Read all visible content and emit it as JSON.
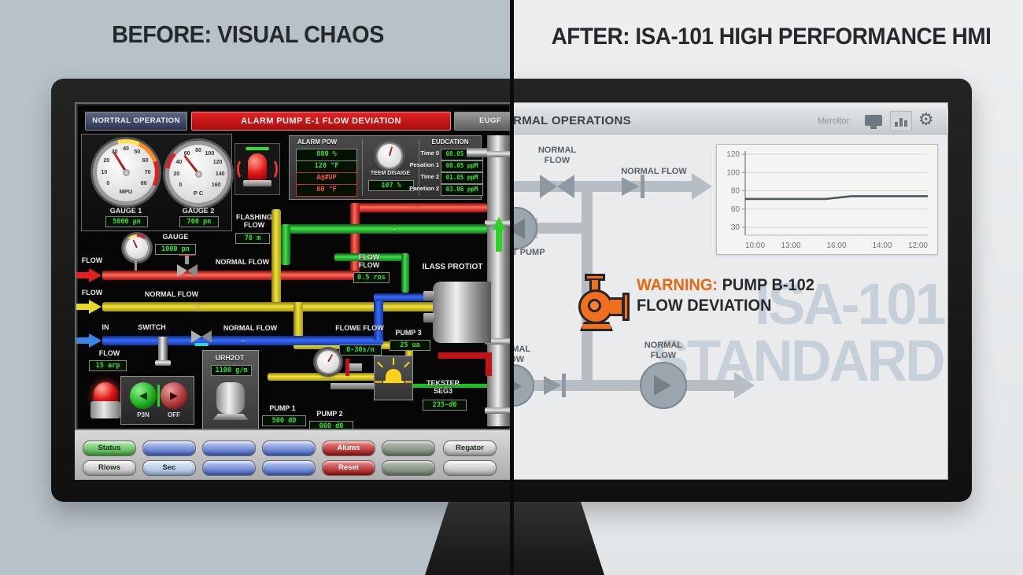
{
  "titles": {
    "before": "BEFORE: VISUAL CHAOS",
    "after": "AFTER: ISA-101 HIGH PERFORMANCE HMI"
  },
  "before_screen": {
    "nav_button": "NORTRAL OPERATION",
    "alarm_banner": "ALARM PUMP E-1 FLOW DEVIATION",
    "corner_button": "EUGF",
    "gauge1": {
      "label": "GAUGE 1",
      "unit": "MPU",
      "value": "5000 μn",
      "scale": [
        "0",
        "10",
        "20",
        "30",
        "40",
        "50",
        "60",
        "70",
        "80"
      ]
    },
    "gauge2": {
      "label": "GAUGE 2",
      "unit": "P C",
      "value": "700 pn",
      "scale": [
        "0",
        "20",
        "40",
        "60",
        "80",
        "100",
        "120",
        "140",
        "160"
      ]
    },
    "small_gauge": {
      "label": "GAUGE",
      "value": "1000 pn"
    },
    "alarm_panel": {
      "col1_title": "ALARM POW",
      "col1_values": [
        {
          "text": "880 %",
          "state": "ok"
        },
        {
          "text": "120 °F",
          "state": "ok"
        },
        {
          "text": "A@#UP",
          "state": "alarm"
        },
        {
          "text": "60 °F",
          "state": "alarm"
        }
      ],
      "gauge_label": "TEEM DISAIGE",
      "gauge_value": "107 %",
      "col3_title": "EUDCATION",
      "col3_rows": [
        {
          "label": "Time 0",
          "value": "08.05 ppM"
        },
        {
          "label": "Pesation 1",
          "value": "00.05 ppM"
        },
        {
          "label": "Time 2",
          "value": "01.05 ppM"
        },
        {
          "label": "Panetion 2",
          "value": "03.06 ppM"
        }
      ]
    },
    "flashing_flow": {
      "label": "FLASHING FLOW",
      "value": "78 m"
    },
    "flow_red_label": "FLOW",
    "normal_flow_red": "NORMAL FLOW",
    "flow_yellow_label": "FLOW",
    "normal_flow_yellow": "NORMAL FLOW",
    "in_label": "IN",
    "switch_label": "SWITCH",
    "normal_flow_blue": "NORMAL FLOW",
    "flow_meter": {
      "label": "FLOW",
      "value": "15 arp"
    },
    "flow_flow": {
      "label": "FLOW FLOW",
      "value": "0.5 ros"
    },
    "vessel_label": "ILASS PROTIOT",
    "flowe_flow": {
      "label": "FLOWE FLOW",
      "value": "0-30s/n"
    },
    "pump3": {
      "label": "PUMP 3",
      "value": "25 ua"
    },
    "urh2ot": {
      "label": "URH2OT",
      "value": "1100 g/m"
    },
    "pump1": {
      "label": "PUMP 1",
      "value": "500 dD"
    },
    "pump2": {
      "label": "PUMP 2",
      "value": "060 d0"
    },
    "tekster": {
      "label": "TEKSTER SEG3",
      "value": "235-d0"
    },
    "motor_on": "P3N",
    "motor_off": "OFF",
    "buttons_row1": [
      {
        "label": "Status",
        "color": "green"
      },
      {
        "label": "",
        "color": "blue"
      },
      {
        "label": "",
        "color": "blue"
      },
      {
        "label": "",
        "color": "blue"
      },
      {
        "label": "Alums",
        "color": "red"
      },
      {
        "label": "",
        "color": "sage"
      },
      {
        "label": "Regator",
        "color": "silver"
      }
    ],
    "buttons_row2": [
      {
        "label": "Riows",
        "color": "silver"
      },
      {
        "label": "Sec",
        "color": "lightblue"
      },
      {
        "label": "",
        "color": "blue"
      },
      {
        "label": "",
        "color": "blue"
      },
      {
        "label": "Reset",
        "color": "red"
      },
      {
        "label": "",
        "color": "sage"
      },
      {
        "label": "",
        "color": "silver"
      }
    ]
  },
  "after_screen": {
    "header_title": "NORMAL OPERATIONS",
    "monitor_label": "Meroltor:",
    "icons": {
      "display": "monitor-icon",
      "trend": "chart-icon",
      "settings": "gear-icon"
    },
    "normal_flow_1": "NORMAL FLOW",
    "normal_flow_2": "NORMAL FLOW",
    "pump_label": "T PUMP",
    "normal_flow_3": "NORMAL FLOW",
    "normal_flow_4": "NORMAL FLOW",
    "warning": {
      "prefix": "WARNING:",
      "title": "PUMP B-102",
      "line2": "FLOW DEVIATION"
    },
    "watermark_line1": "ISA-101",
    "watermark_line2": "STANDARD"
  },
  "chart_data": {
    "type": "line",
    "title": "",
    "x_ticks": [
      "10:00",
      "13:00",
      "16:00",
      "14:00",
      "12:00"
    ],
    "y_ticks": [
      120,
      100,
      80,
      60,
      30
    ],
    "series": [
      {
        "name": "flow-trend",
        "x": [
          "10:00",
          "13:00",
          "16:00",
          "14:00",
          "12:00"
        ],
        "values": [
          71,
          71,
          74,
          74,
          74
        ]
      }
    ],
    "points": [
      {
        "x": 0,
        "v": 71
      },
      {
        "x": 0.44,
        "v": 71
      },
      {
        "x": 0.58,
        "v": 74
      },
      {
        "x": 1,
        "v": 74
      }
    ],
    "grid": true,
    "legend": false,
    "line_color": "#4e585f"
  },
  "colors": {
    "alarm_red": "#c31414",
    "value_green": "#3ae03a",
    "warning_orange": "#e8670f",
    "pipe_gray": "#b6bec4",
    "watermark": "#c6d0d8"
  }
}
